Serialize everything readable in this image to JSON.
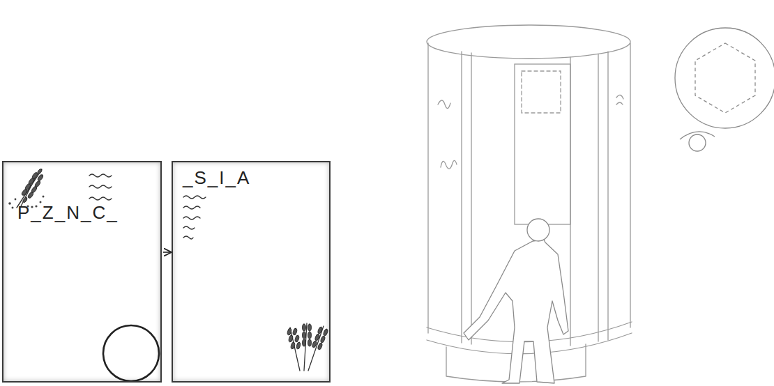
{
  "diagram": {
    "nodes": [
      {
        "text": [
          "P_Z_N_C_"
        ]
      },
      {
        "text": [
          "_S_I_A"
        ]
      }
    ],
    "edges": [
      {
        "from": 0,
        "to": 1,
        "arrow": "to"
      }
    ]
  }
}
